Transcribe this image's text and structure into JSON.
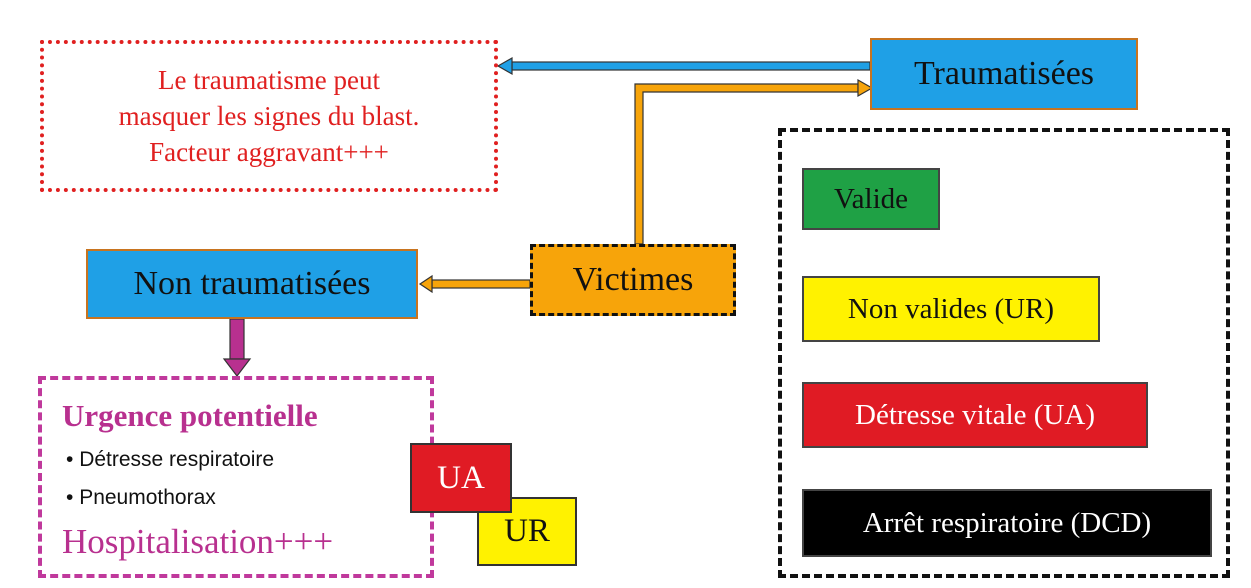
{
  "note": {
    "lines": [
      "Le traumatisme peut",
      "masquer les signes du blast.",
      "Facteur aggravant+++"
    ]
  },
  "nodes": {
    "traumatisees": "Traumatisées",
    "victimes": "Victimes",
    "non_traumatisees": "Non traumatisées"
  },
  "legend": {
    "items": [
      {
        "label": "Valide",
        "color": "#1fa145"
      },
      {
        "label": "Non valides (UR)",
        "color": "#fff200"
      },
      {
        "label": "Détresse vitale (UA)",
        "color": "#e01b24"
      },
      {
        "label": "Arrêt respiratoire (DCD)",
        "color": "#000000"
      }
    ]
  },
  "urgence": {
    "title": "Urgence potentielle",
    "bullets": [
      "Détresse respiratoire",
      "Pneumothorax"
    ],
    "footer": "Hospitalisation+++"
  },
  "badges": {
    "ua": "UA",
    "ur": "UR"
  },
  "colors": {
    "arrow_blue": "#1fa0e6",
    "arrow_orange": "#f7a40a",
    "arrow_purple": "#b8308f",
    "note_red": "#e02020"
  }
}
